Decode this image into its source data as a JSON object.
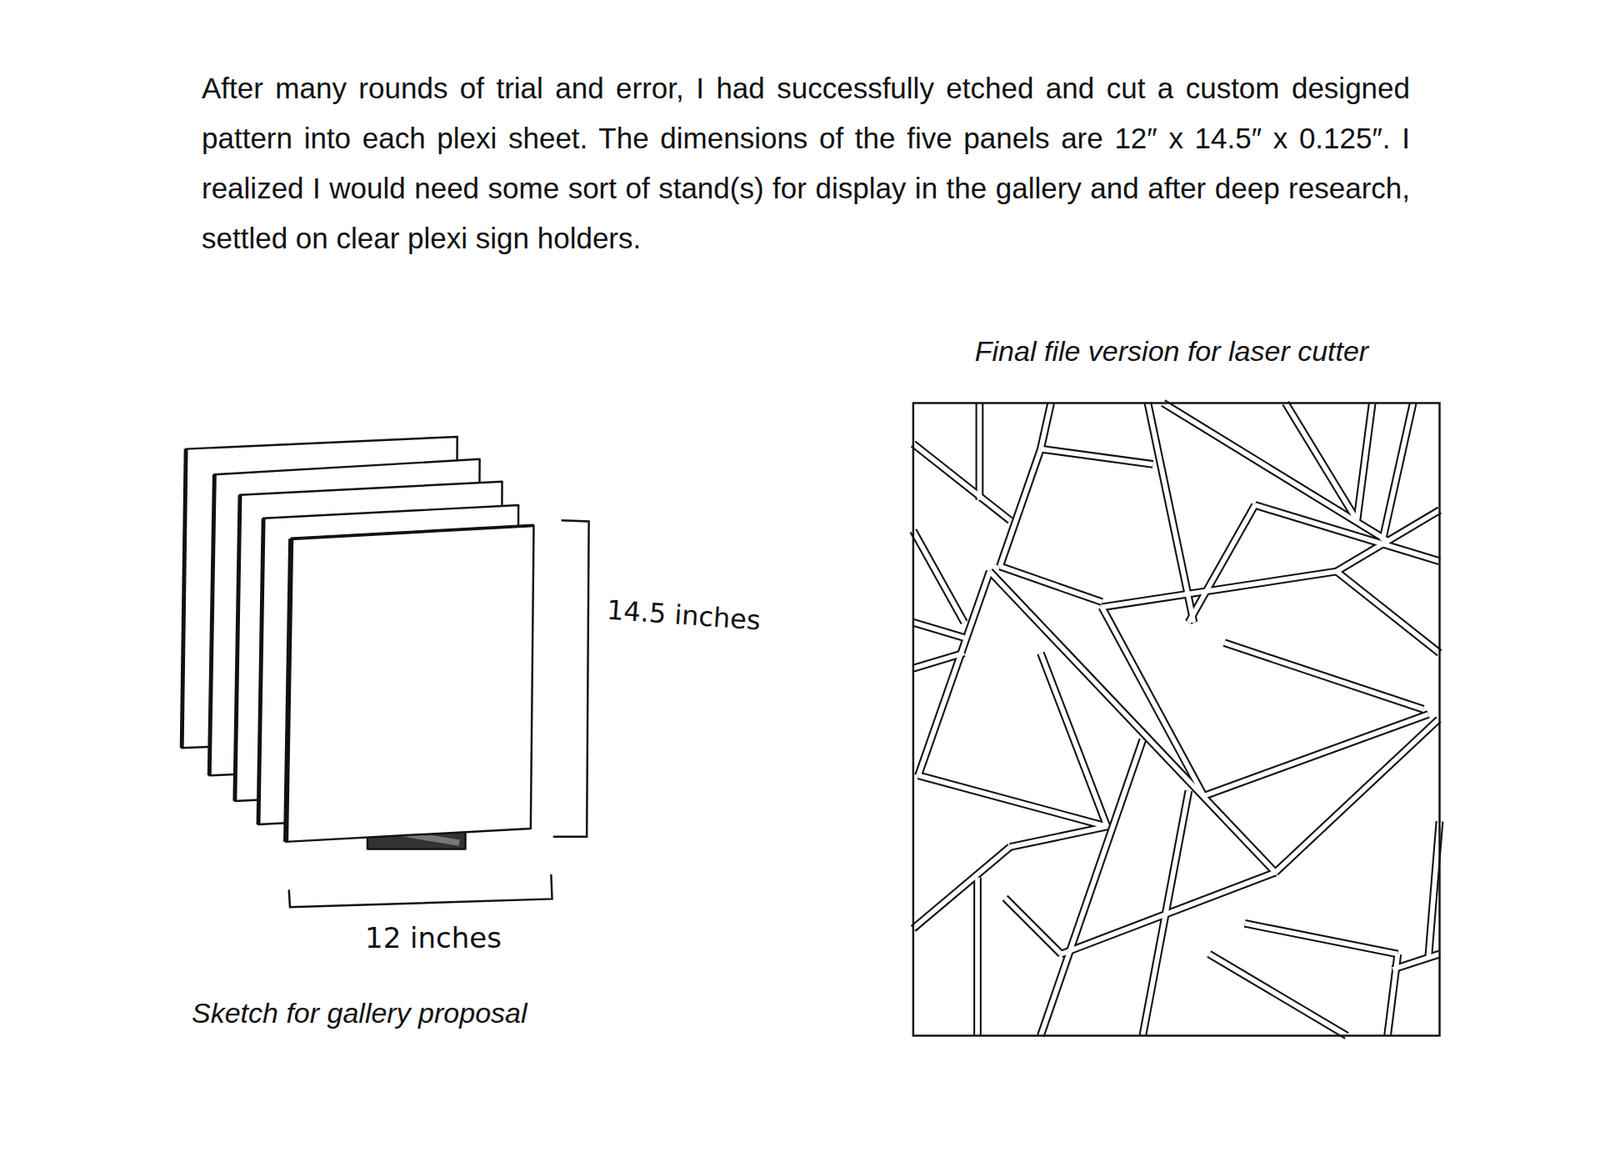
{
  "diagram": {
    "labels": [
      "After many rounds of trial and error, I had successfully etched and cut a custom designed pattern into each plexi sheet. The dimensions of the five panels are 12″ x 14.5″ x 0.125″. I realized I would need some sort of stand(s) for display in the gallery and after deep research, settled on clear plexi sign holders.",
      "Final file version for laser cutter",
      "14.5 inches",
      "12 inches",
      "Sketch for gallery proposal"
    ]
  }
}
